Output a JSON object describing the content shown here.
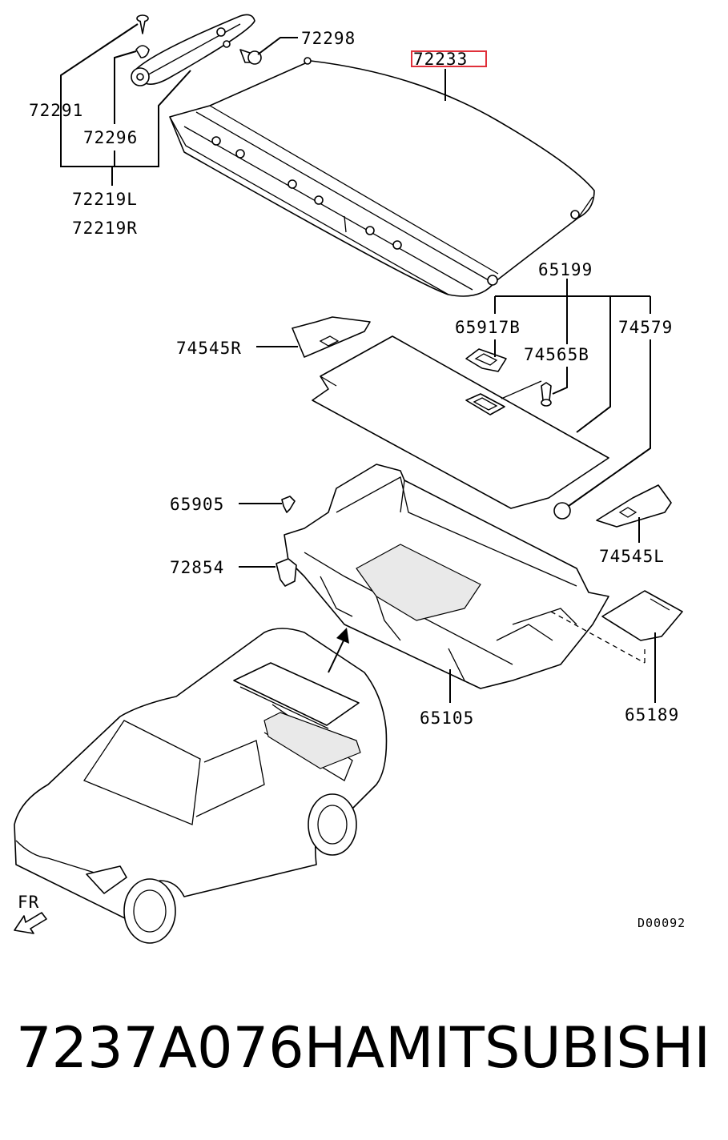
{
  "callouts": {
    "c72298": "72298",
    "c72233": "72233",
    "c72291": "72291",
    "c72296": "72296",
    "c72219L": "72219L",
    "c72219R": "72219R",
    "c65199": "65199",
    "c65917B": "65917B",
    "c74545R": "74545R",
    "c74565B": "74565B",
    "c74579": "74579",
    "c65905": "65905",
    "c72854": "72854",
    "c74545L": "74545L",
    "c65105": "65105",
    "c65189": "65189",
    "fr": "FR"
  },
  "highlighted_callout": "72233",
  "highlight_color": "#e0303a",
  "diagram_code": "D00092",
  "footer": {
    "part_number": "7237A076HA",
    "brand": "MITSUBISHI"
  }
}
